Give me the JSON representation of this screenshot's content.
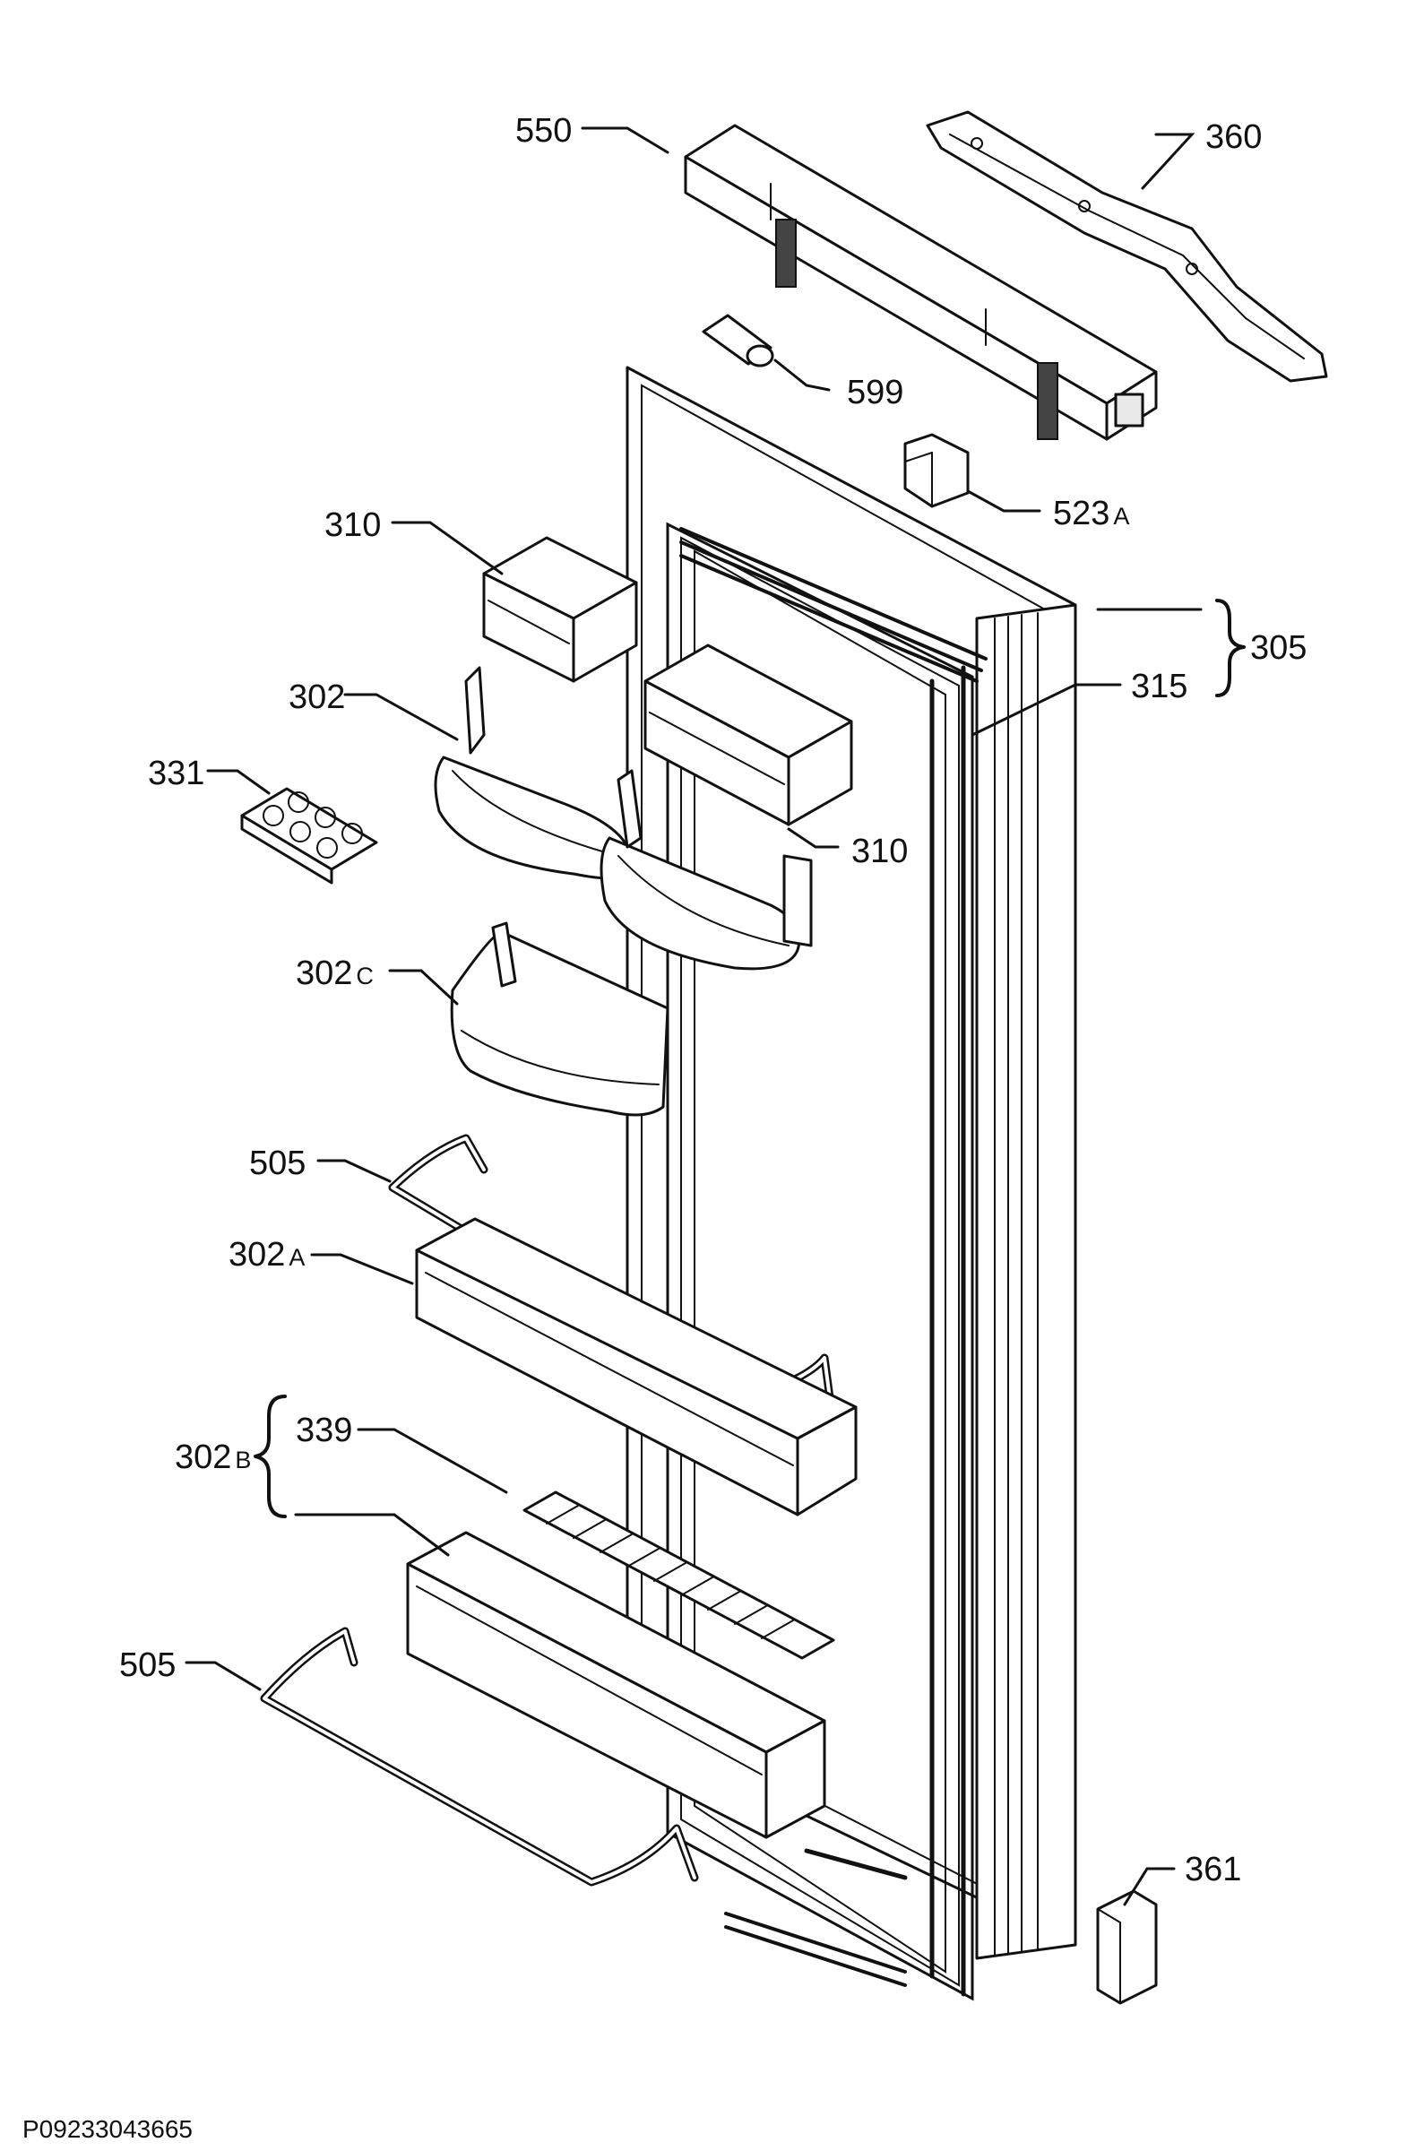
{
  "labels": {
    "p550": "550",
    "p360": "360",
    "p599": "599",
    "p523a_num": "523",
    "p523a_suffix": "A",
    "p310_top": "310",
    "p305": "305",
    "p315": "315",
    "p302": "302",
    "p331": "331",
    "p310_right": "310",
    "p302c_num": "302",
    "p302c_suffix": "C",
    "p505_top": "505",
    "p302a_num": "302",
    "p302a_suffix": "A",
    "p302b_num": "302",
    "p302b_suffix": "B",
    "p339": "339",
    "p505_bottom": "505",
    "p361": "361"
  },
  "footer": {
    "code": "P09233043665"
  }
}
